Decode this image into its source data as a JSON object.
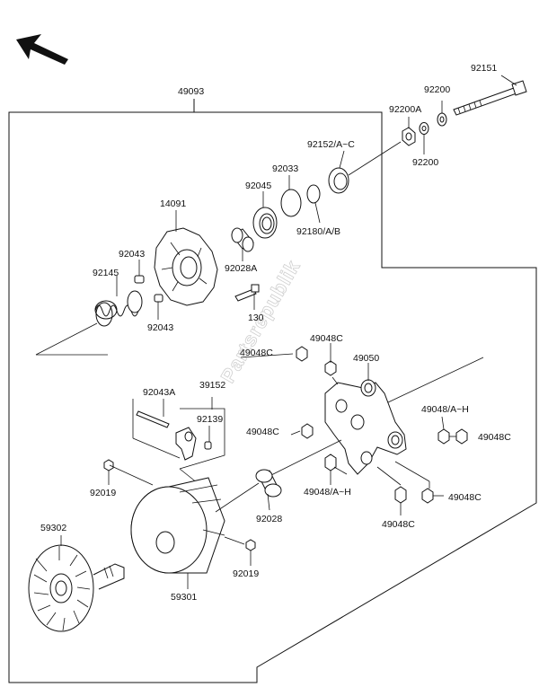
{
  "watermark": "Partsrepublik",
  "labels": {
    "assembly": "49093",
    "p92151": "92151",
    "p92200_top": "92200",
    "p92200a": "92200A",
    "p92200_bottom": "92200",
    "p92152": "92152/A~C",
    "p92033": "92033",
    "p92045": "92045",
    "p92180": "92180/A/B",
    "p14091": "14091",
    "p92028a": "92028A",
    "p92043_upper": "92043",
    "p92145": "92145",
    "p92043_lower": "92043",
    "p130": "130",
    "p49048c_1": "49048C",
    "p49048c_2": "49048C",
    "p49050": "49050",
    "p92043a": "92043A",
    "p39152": "39152",
    "p92139": "92139",
    "p49048c_3": "49048C",
    "p49048ah_1": "49048/A~H",
    "p49048c_4": "49048C",
    "p92019_left": "92019",
    "p92028": "92028",
    "p49048ah_2": "49048/A~H",
    "p49048c_5": "49048C",
    "p59302": "59302",
    "p49048c_6": "49048C",
    "p92019_right": "92019",
    "p59301": "59301"
  }
}
